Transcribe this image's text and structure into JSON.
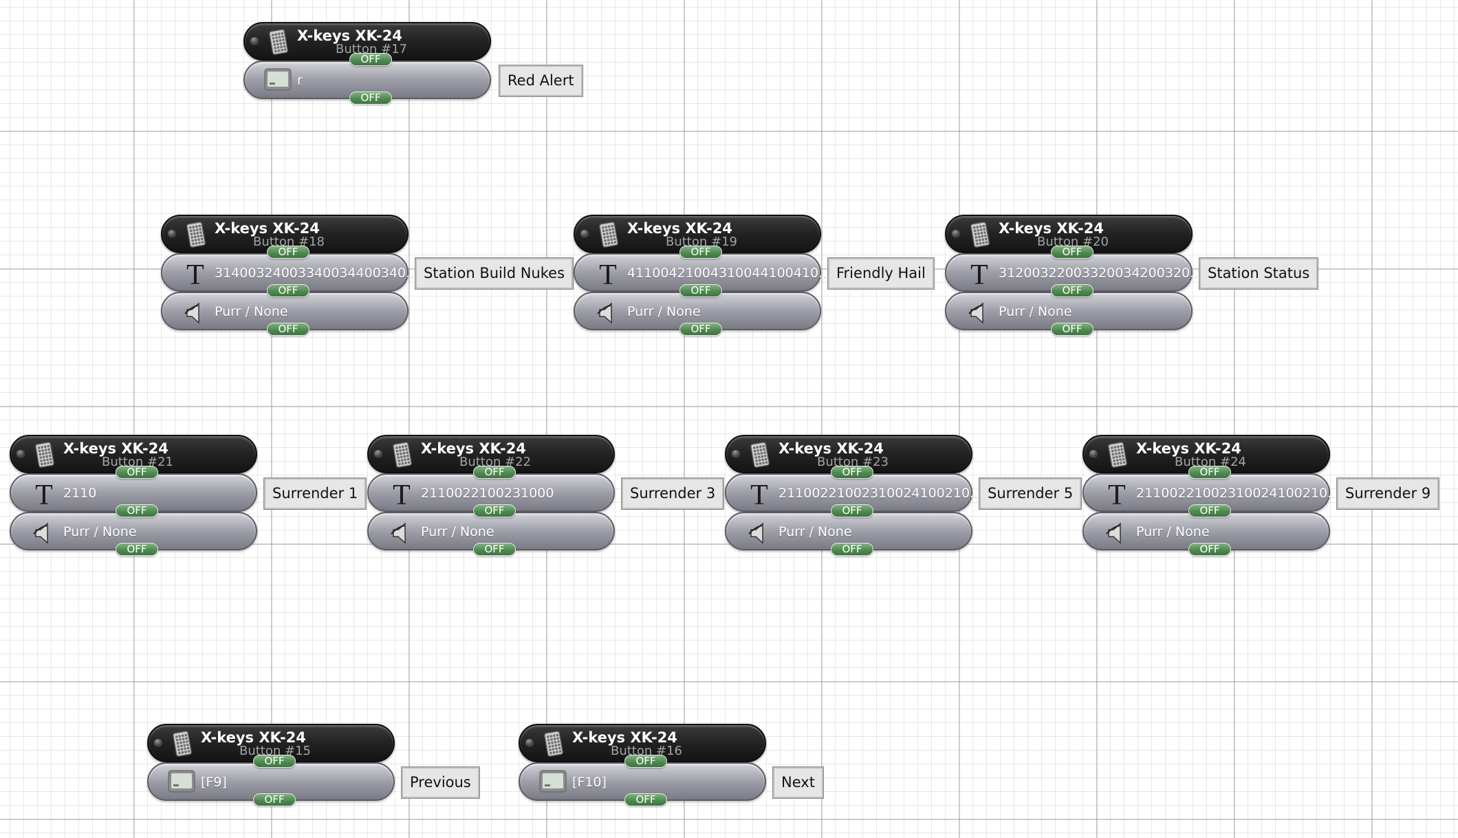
{
  "nodes": [
    {
      "device": "X-keys XK-24",
      "button": "Button #17",
      "header_state": "OFF",
      "actions": [
        {
          "kind": "keystroke",
          "icon": "keyboard-icon",
          "text": "r",
          "state": "OFF"
        }
      ],
      "label": "Red Alert"
    },
    {
      "device": "X-keys XK-24",
      "button": "Button #18",
      "header_state": "OFF",
      "actions": [
        {
          "kind": "text",
          "icon": "text-t-icon",
          "text": "31400324003340034400340...",
          "state": "OFF"
        },
        {
          "kind": "sound",
          "icon": "speaker-icon",
          "text": "Purr / None",
          "state": "OFF"
        }
      ],
      "label": "Station Build Nukes"
    },
    {
      "device": "X-keys XK-24",
      "button": "Button #19",
      "header_state": "OFF",
      "actions": [
        {
          "kind": "text",
          "icon": "text-t-icon",
          "text": "41100421004310044100410...",
          "state": "OFF"
        },
        {
          "kind": "sound",
          "icon": "speaker-icon",
          "text": "Purr / None",
          "state": "OFF"
        }
      ],
      "label": "Friendly Hail"
    },
    {
      "device": "X-keys XK-24",
      "button": "Button #20",
      "header_state": "OFF",
      "actions": [
        {
          "kind": "text",
          "icon": "text-t-icon",
          "text": "31200322003320034200320...",
          "state": "OFF"
        },
        {
          "kind": "sound",
          "icon": "speaker-icon",
          "text": "Purr / None",
          "state": "OFF"
        }
      ],
      "label": "Station Status"
    },
    {
      "device": "X-keys XK-24",
      "button": "Button #21",
      "header_state": "OFF",
      "actions": [
        {
          "kind": "text",
          "icon": "text-t-icon",
          "text": "2110",
          "state": "OFF"
        },
        {
          "kind": "sound",
          "icon": "speaker-icon",
          "text": "Purr / None",
          "state": "OFF"
        }
      ],
      "label": "Surrender 1"
    },
    {
      "device": "X-keys XK-24",
      "button": "Button #22",
      "header_state": "OFF",
      "actions": [
        {
          "kind": "text",
          "icon": "text-t-icon",
          "text": "2110022100231000",
          "state": "OFF"
        },
        {
          "kind": "sound",
          "icon": "speaker-icon",
          "text": "Purr / None",
          "state": "OFF"
        }
      ],
      "label": "Surrender 3"
    },
    {
      "device": "X-keys XK-24",
      "button": "Button #23",
      "header_state": "OFF",
      "actions": [
        {
          "kind": "text",
          "icon": "text-t-icon",
          "text": "21100221002310024100210...",
          "state": "OFF"
        },
        {
          "kind": "sound",
          "icon": "speaker-icon",
          "text": "Purr / None",
          "state": "OFF"
        }
      ],
      "label": "Surrender 5"
    },
    {
      "device": "X-keys XK-24",
      "button": "Button #24",
      "header_state": "OFF",
      "actions": [
        {
          "kind": "text",
          "icon": "text-t-icon",
          "text": "21100221002310024100210...",
          "state": "OFF"
        },
        {
          "kind": "sound",
          "icon": "speaker-icon",
          "text": "Purr / None",
          "state": "OFF"
        }
      ],
      "label": "Surrender 9"
    },
    {
      "device": "X-keys XK-24",
      "button": "Button #15",
      "header_state": "OFF",
      "actions": [
        {
          "kind": "keystroke",
          "icon": "keyboard-icon",
          "text": "[F9]",
          "state": "OFF"
        }
      ],
      "label": "Previous"
    },
    {
      "device": "X-keys XK-24",
      "button": "Button #16",
      "header_state": "OFF",
      "actions": [
        {
          "kind": "keystroke",
          "icon": "keyboard-icon",
          "text": "[F10]",
          "state": "OFF"
        }
      ],
      "label": "Next"
    }
  ]
}
